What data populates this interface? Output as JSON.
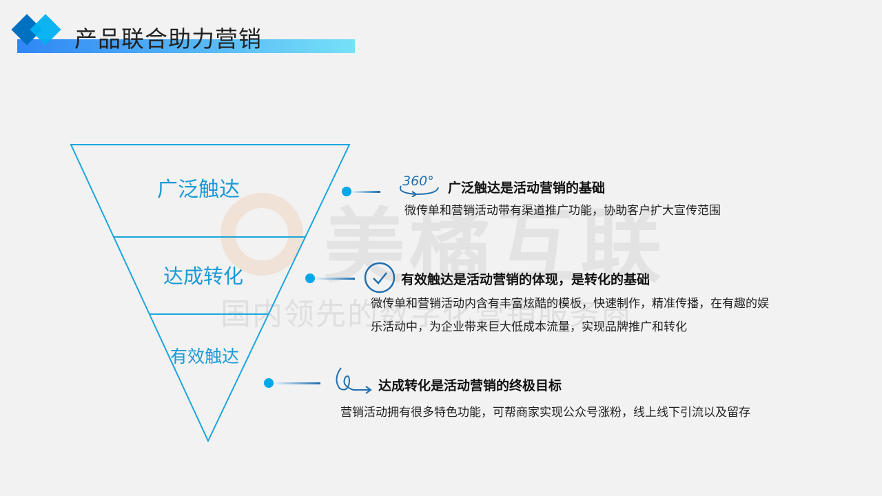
{
  "header": {
    "title": "产品联合助力营销"
  },
  "watermark": {
    "brand": "美橘互联",
    "slogan": "国内领先的数字化营销服务商"
  },
  "funnel": {
    "levels": [
      "广泛触达",
      "达成转化",
      "有效触达"
    ]
  },
  "points": [
    {
      "icon": "360-rotate-icon",
      "icon_text": "360°",
      "heading": "广泛触达是活动营销的基础",
      "desc": [
        "微传单和营销活动带有渠道推广功能，协助客户扩大宣传范围"
      ]
    },
    {
      "icon": "check-circle-icon",
      "heading": "有效触达是活动营销的体现，是转化的基础",
      "desc": [
        "微传单和营销活动内含有丰富炫酷的模板，快速制作，精准传播，在有趣的娱",
        "乐活动中，为企业带来巨大低成本流量，实现品牌推广和转化"
      ]
    },
    {
      "icon": "loop-arrow-icon",
      "heading": "达成转化是活动营销的终极目标",
      "desc": [
        "营销活动拥有很多特色功能，可帮商家实现公众号涨粉，线上线下引流以及留存"
      ]
    }
  ],
  "colors": {
    "accent": "#00a8e8",
    "dark": "#1f6fb0"
  }
}
